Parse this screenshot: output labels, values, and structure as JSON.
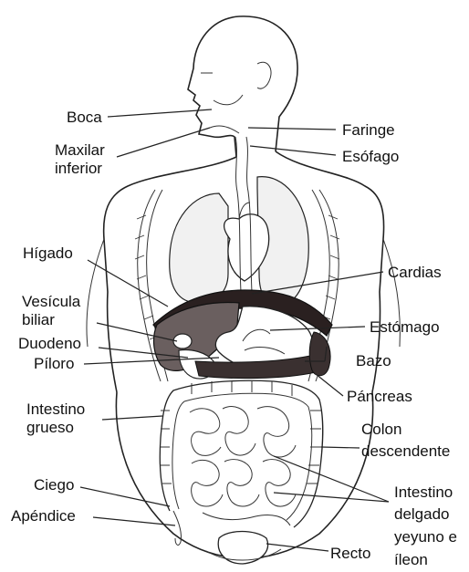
{
  "labels": {
    "boca": "Boca",
    "maxilar_1": "Maxilar",
    "maxilar_2": "inferior",
    "higado": "Hígado",
    "vesicula_1": "Vesícula",
    "vesicula_2": "biliar",
    "duodeno": "Duodeno",
    "piloro": "Píloro",
    "intestino_grueso_1": "Intestino",
    "intestino_grueso_2": "grueso",
    "ciego": "Ciego",
    "apendice": "Apéndice",
    "faringe": "Faringe",
    "esofago": "Esófago",
    "cardias": "Cardias",
    "estomago": "Estómago",
    "bazo": "Bazo",
    "pancreas": "Páncreas",
    "colon_1": "Colon",
    "colon_2": "descendente",
    "intestino_delgado_1": "Intestino",
    "intestino_delgado_2": "delgado",
    "intestino_delgado_3": "yeyuno e",
    "intestino_delgado_4": "íleon",
    "recto": "Recto"
  }
}
